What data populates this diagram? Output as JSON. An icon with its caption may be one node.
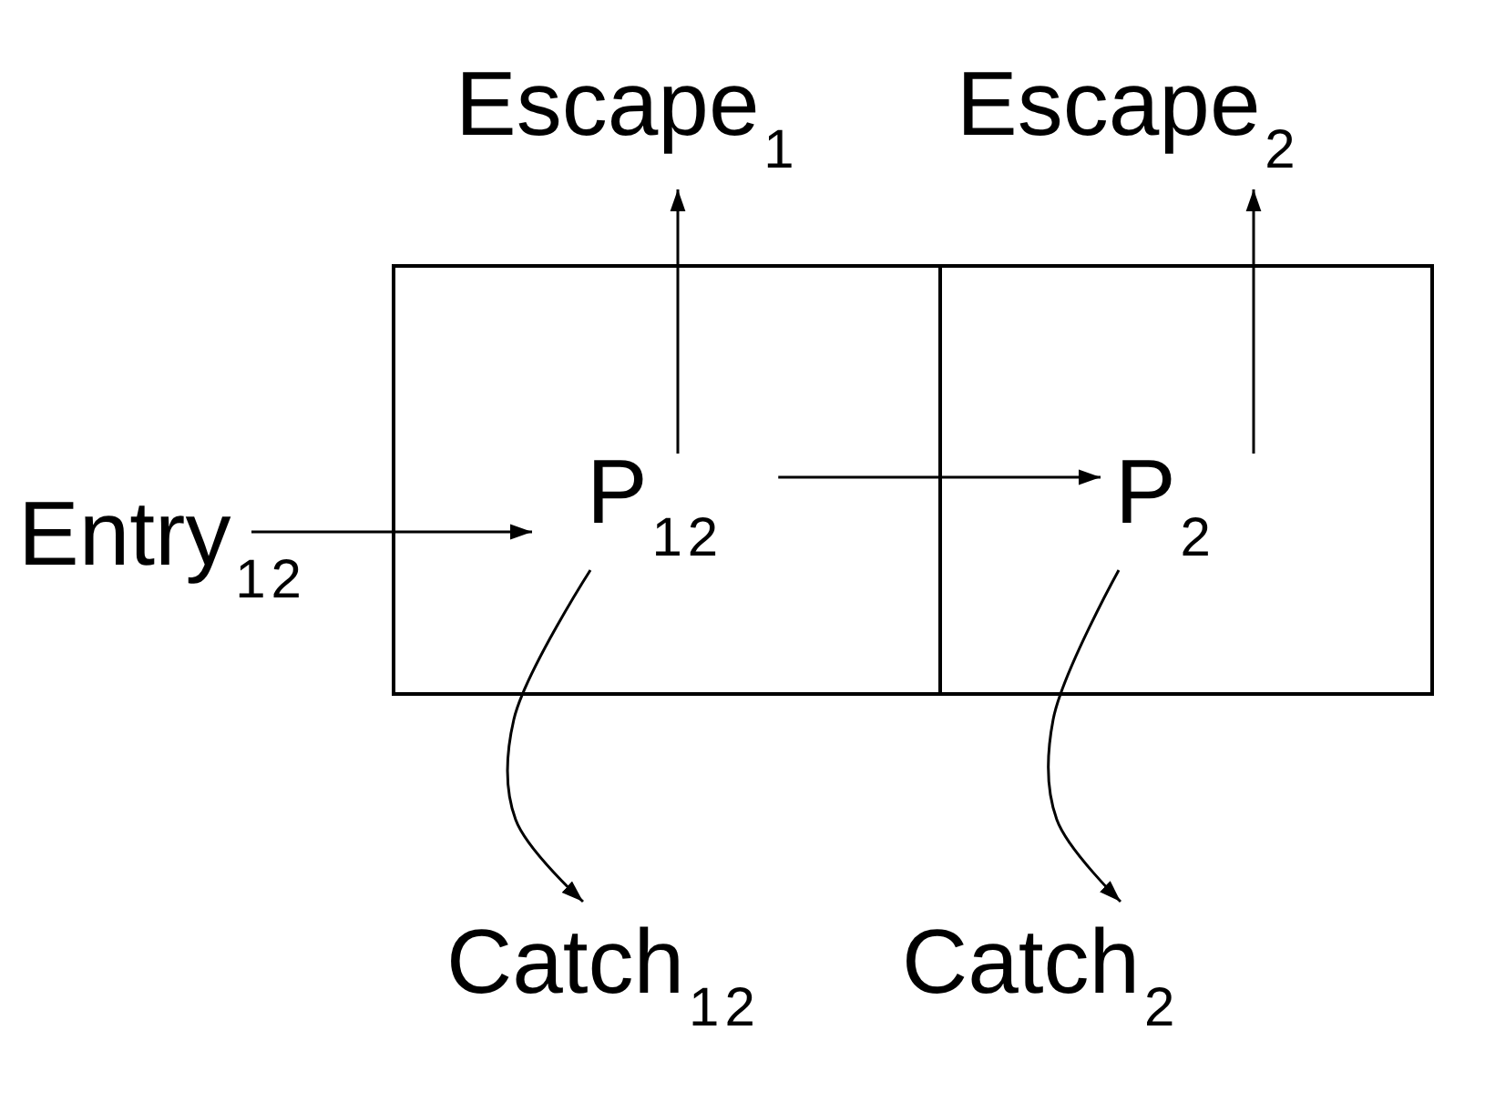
{
  "diagram": {
    "nodes": [
      {
        "text": [
          "Escape$_{1}$"
        ]
      },
      {
        "text": [
          "Escape$_{2}$"
        ]
      },
      {
        "text": [],
        "shape": "box"
      },
      {
        "text": [
          "P$_{12}$"
        ],
        "in": 2
      },
      {
        "text": [],
        "shape": "box"
      },
      {
        "text": [
          "P$_{2}$"
        ],
        "in": 4
      },
      {
        "text": [
          "Entry$_{12}$"
        ]
      },
      {
        "text": [
          "Catch$_{12}$"
        ]
      },
      {
        "text": [
          "Catch$_{2}$"
        ]
      }
    ],
    "edges": [
      {
        "from": 3,
        "to": 0,
        "arrow": "to"
      },
      {
        "from": 5,
        "to": 1,
        "arrow": "to"
      },
      {
        "from": 6,
        "to": 3,
        "arrow": "to"
      },
      {
        "from": 3,
        "to": 5,
        "arrow": "to"
      },
      {
        "from": 3,
        "to": 7,
        "arrow": "to"
      },
      {
        "from": 5,
        "to": 8,
        "arrow": "to"
      }
    ]
  }
}
